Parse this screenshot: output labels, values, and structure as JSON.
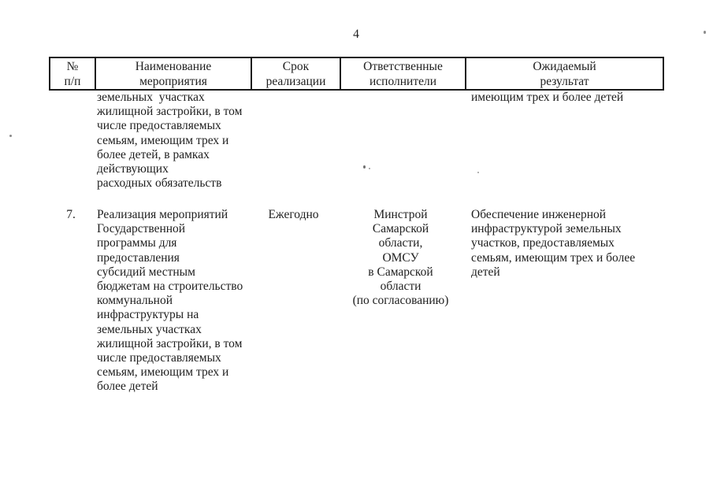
{
  "page": {
    "number": "4"
  },
  "table": {
    "headers": [
      {
        "label": "№\nп/п"
      },
      {
        "label": "Наименование\nмероприятия"
      },
      {
        "label": "Срок\nреализации"
      },
      {
        "label": "Ответственные\nисполнители"
      },
      {
        "label": "Ожидаемый\nрезультат"
      }
    ],
    "continuation_row": {
      "activity": "земельных  участках\nжилищной застройки, в том\nчисле предоставляемых\nсемьям, имеющим трех и\nболее детей, в рамках\nдействующих\nрасходных обязательств",
      "expected_result": "имеющим трех и более детей"
    },
    "rows": [
      {
        "number": "7.",
        "activity": "Реализация мероприятий\nГосударственной\nпрограммы для\nпредоставления\nсубсидий местным\nбюджетам на строительство\nкоммунальной\nинфраструктуры на\nземельных участках\nжилищной застройки, в том\nчисле предоставляемых\nсемьям, имеющим трех и\nболее детей",
        "term": "Ежегодно",
        "executors": "Минстрой\nСамарской\nобласти,\nОМСУ\nв Самарской\nобласти\n(по согласованию)",
        "expected_result": "Обеспечение инженерной\nинфраструктурой земельных\nучастков, предоставляемых\nсемьям, имеющим трех и более\nдетей"
      }
    ]
  }
}
